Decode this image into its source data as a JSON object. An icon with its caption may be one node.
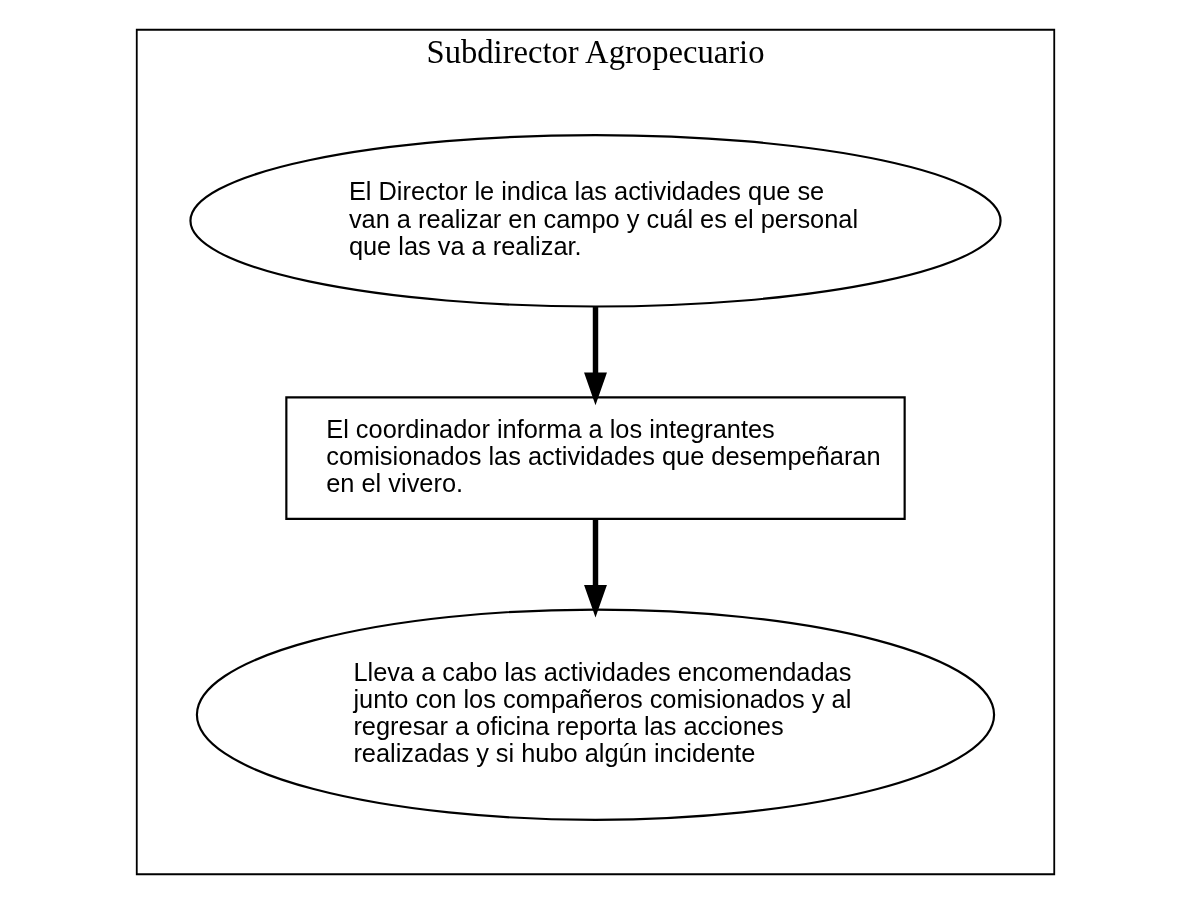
{
  "diagram": {
    "nodes": [
      {
        "text": [
          "Subdirector Agropecuario"
        ]
      },
      {
        "text": [
          "El Director le indica las actividades que se van a realizar en campo y cuál es el personal que las va a realizar."
        ],
        "in": 0
      },
      {
        "text": [
          "El coordinador informa a los integrantes comisionados las actividades que desempeñaran en el vivero."
        ],
        "in": 0
      },
      {
        "text": [
          "Lleva a cabo las actividades encomendadas junto con los compañeros comisionados y al regresar a oficina reporta las acciones realizadas y si hubo algún incidente"
        ],
        "in": 0
      }
    ],
    "edges": [
      {
        "from": 1,
        "to": 2,
        "arrow": "to"
      },
      {
        "from": 2,
        "to": 3,
        "arrow": "to"
      }
    ]
  }
}
